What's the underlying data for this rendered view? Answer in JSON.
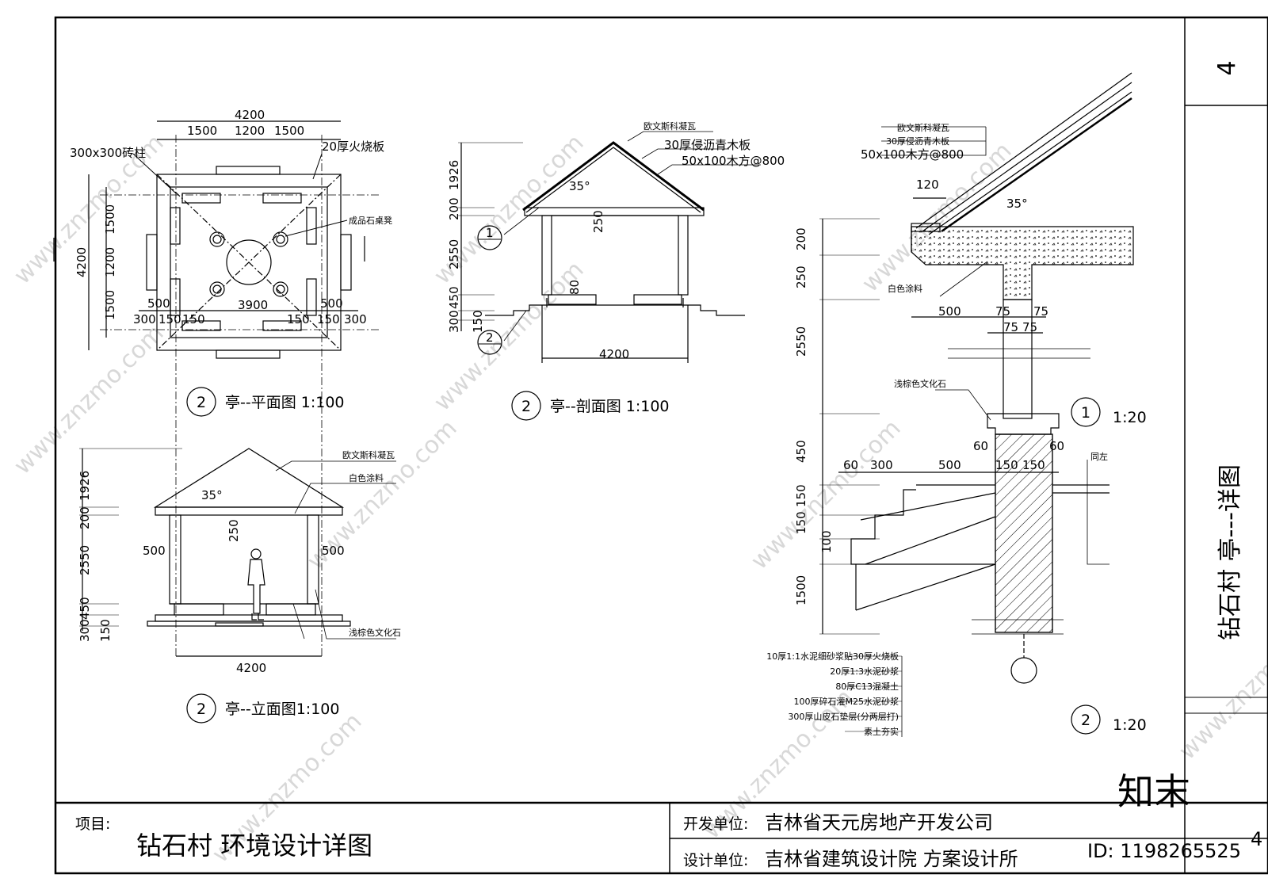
{
  "sheet": {
    "number_top": "4",
    "number_bottom": "4",
    "vertical_title": "钻石村 亭---详图"
  },
  "title_block": {
    "project_label": "项目:",
    "project_name": "钻石村  环境设计详图",
    "developer_label": "开发单位:",
    "developer_name": "吉林省天元房地产开发公司",
    "designer_label": "设计单位:",
    "designer_name": "吉林省建筑设计院    方案设计所"
  },
  "plan": {
    "caption_num": "2",
    "caption": "亭--平面图 1:100",
    "dim_total": "4200",
    "dim_top": [
      "1500",
      "1200",
      "1500"
    ],
    "dim_left": [
      "1500",
      "1200",
      "1500"
    ],
    "dim_left_total": "4200",
    "dim_inner": "3900",
    "dim_500_left": "500",
    "dim_500_right": "500",
    "dim_bottom_left": [
      "300",
      "150",
      "150"
    ],
    "dim_bottom_right": [
      "150",
      "150",
      "300"
    ],
    "label_column": "300x300砖柱",
    "label_slab": "20厚火烧板",
    "label_stool": "成品石桌凳"
  },
  "section": {
    "caption_num": "2",
    "caption": "亭--剖面图 1:100",
    "label_tile": "欧文斯科凝瓦",
    "label_board": "30厚侵沥青木板",
    "label_wood": "50x100木方@800",
    "angle": "35°",
    "dim_250": "250",
    "dim_80": "80",
    "dim_width": "4200",
    "dims_left": [
      "1926",
      "200",
      "2550",
      "450",
      "300",
      "150"
    ],
    "marker1": "1",
    "marker2": "2"
  },
  "elevation": {
    "caption_num": "2",
    "caption": "亭--立面图1:100",
    "label_tile": "欧文斯科凝瓦",
    "label_paint": "白色涂料",
    "label_stone": "浅棕色文化石",
    "angle": "35°",
    "dim_250": "250",
    "dim_500_left": "500",
    "dim_500_right": "500",
    "dim_width": "4200",
    "dims_left": [
      "1926",
      "200",
      "2550",
      "450",
      "300",
      "150"
    ]
  },
  "detail": {
    "label_tile": "欧文斯科凝瓦",
    "label_board": "30厚侵沥青木板",
    "label_wood": "50x100木方@800",
    "label_paint": "白色涂料",
    "label_stone": "浅棕色文化石",
    "label_same": "同左",
    "angle": "35°",
    "dim_120": "120",
    "dim_500": "500",
    "dim_75a": "75",
    "dim_75b": "75",
    "dim_75c": "75",
    "dim_75d": "75",
    "dim_60a": "60",
    "dim_60b": "60",
    "dim_60c": "60",
    "dim_300": "300",
    "dim_500b": "500",
    "dim_150a": "150",
    "dim_150b": "150",
    "dim_100": "100",
    "dims_vertical": [
      "200",
      "250",
      "2550",
      "450",
      "150",
      "150",
      "1500"
    ],
    "marker1_num": "1",
    "marker1_scale": "1:20",
    "marker2_num": "2",
    "marker2_scale": "1:20",
    "layers": [
      "10厚1:1水泥细砂浆贴30厚火烧板",
      "20厚1:3水泥砂浆",
      "80厚C13混凝土",
      "100厚碎石灌M25水泥砂浆",
      "300厚山皮石垫层(分两层打)",
      "素土夯实"
    ]
  },
  "watermark": {
    "site": "www.znzmo.com",
    "brand": "知末",
    "id": "ID: 1198265525"
  }
}
